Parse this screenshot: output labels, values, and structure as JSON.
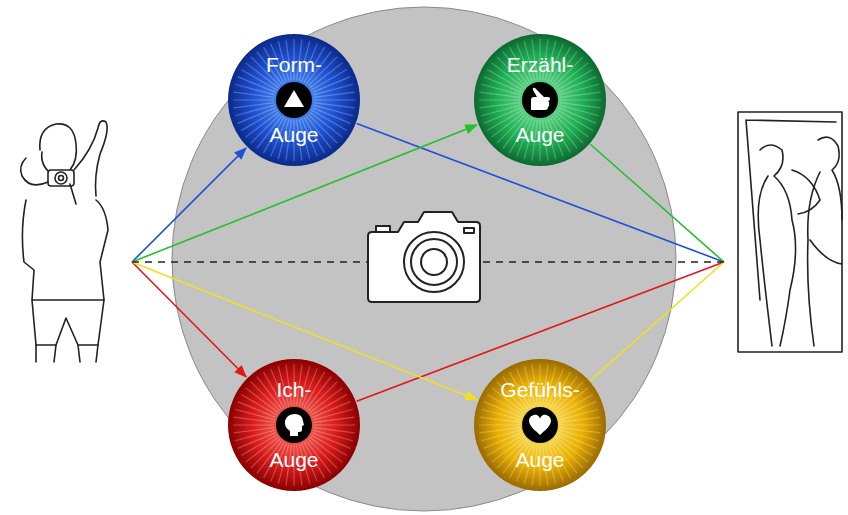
{
  "diagram": {
    "nodes": [
      {
        "text": [
          "Form-",
          "Auge"
        ]
      },
      {
        "text": [
          "Erzähl-",
          "Auge"
        ]
      },
      {
        "text": [
          "Ich-",
          "Auge"
        ]
      },
      {
        "text": [
          "Gefühls-",
          "Auge"
        ]
      }
    ]
  }
}
